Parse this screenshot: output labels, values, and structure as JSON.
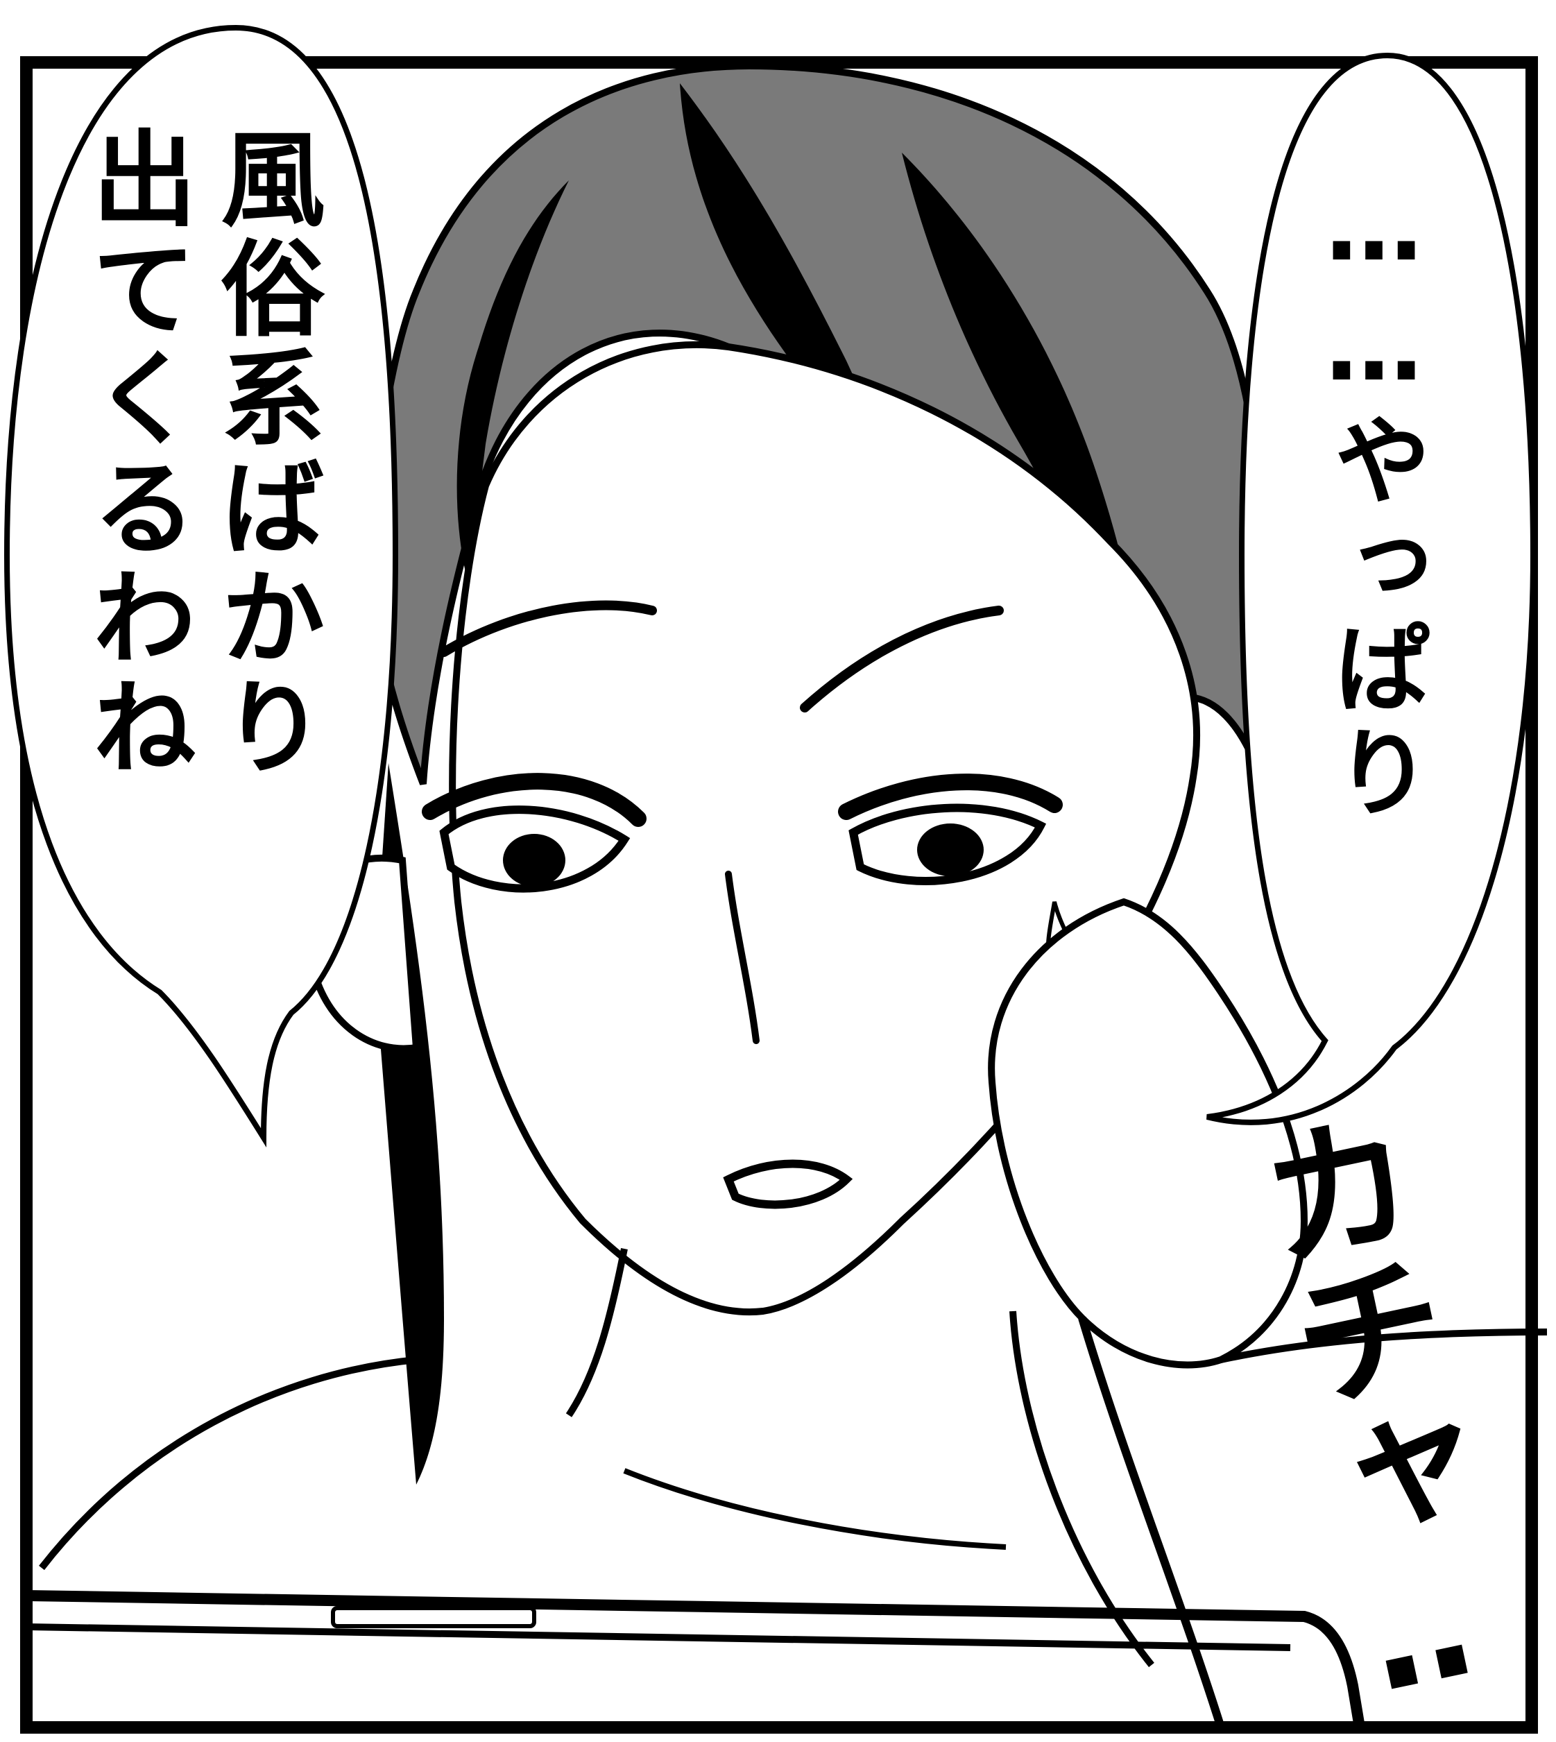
{
  "speech_left": {
    "line1": "風俗系ばかり",
    "line2": "出てくるわね"
  },
  "speech_right": {
    "text": "……やっぱり"
  },
  "sound_effect": {
    "text": "カチャ‥"
  },
  "colors": {
    "ink": "#000000",
    "paper": "#ffffff",
    "hair_tone": "#7a7a7a"
  }
}
